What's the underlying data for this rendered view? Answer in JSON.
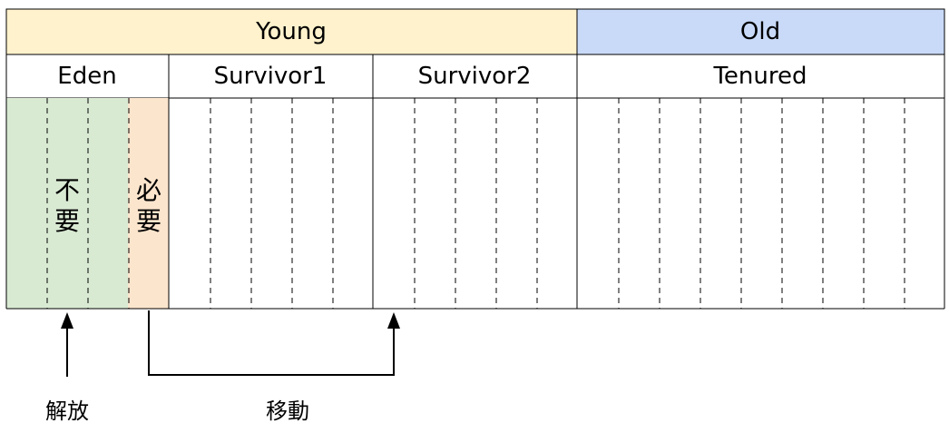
{
  "header": {
    "young": "Young",
    "old": "Old"
  },
  "regions": {
    "eden": "Eden",
    "survivor1": "Survivor1",
    "survivor2": "Survivor2",
    "tenured": "Tenured"
  },
  "cells": {
    "unneeded": [
      "不",
      "要"
    ],
    "needed": [
      "必",
      "要"
    ]
  },
  "annotations": {
    "release": "解放",
    "move": "移動"
  },
  "colors": {
    "young_header": "#fff2cc",
    "old_header": "#c9daf8",
    "unneeded_fill": "#d9ead3",
    "needed_fill": "#fce5cd",
    "line": "#000000"
  }
}
